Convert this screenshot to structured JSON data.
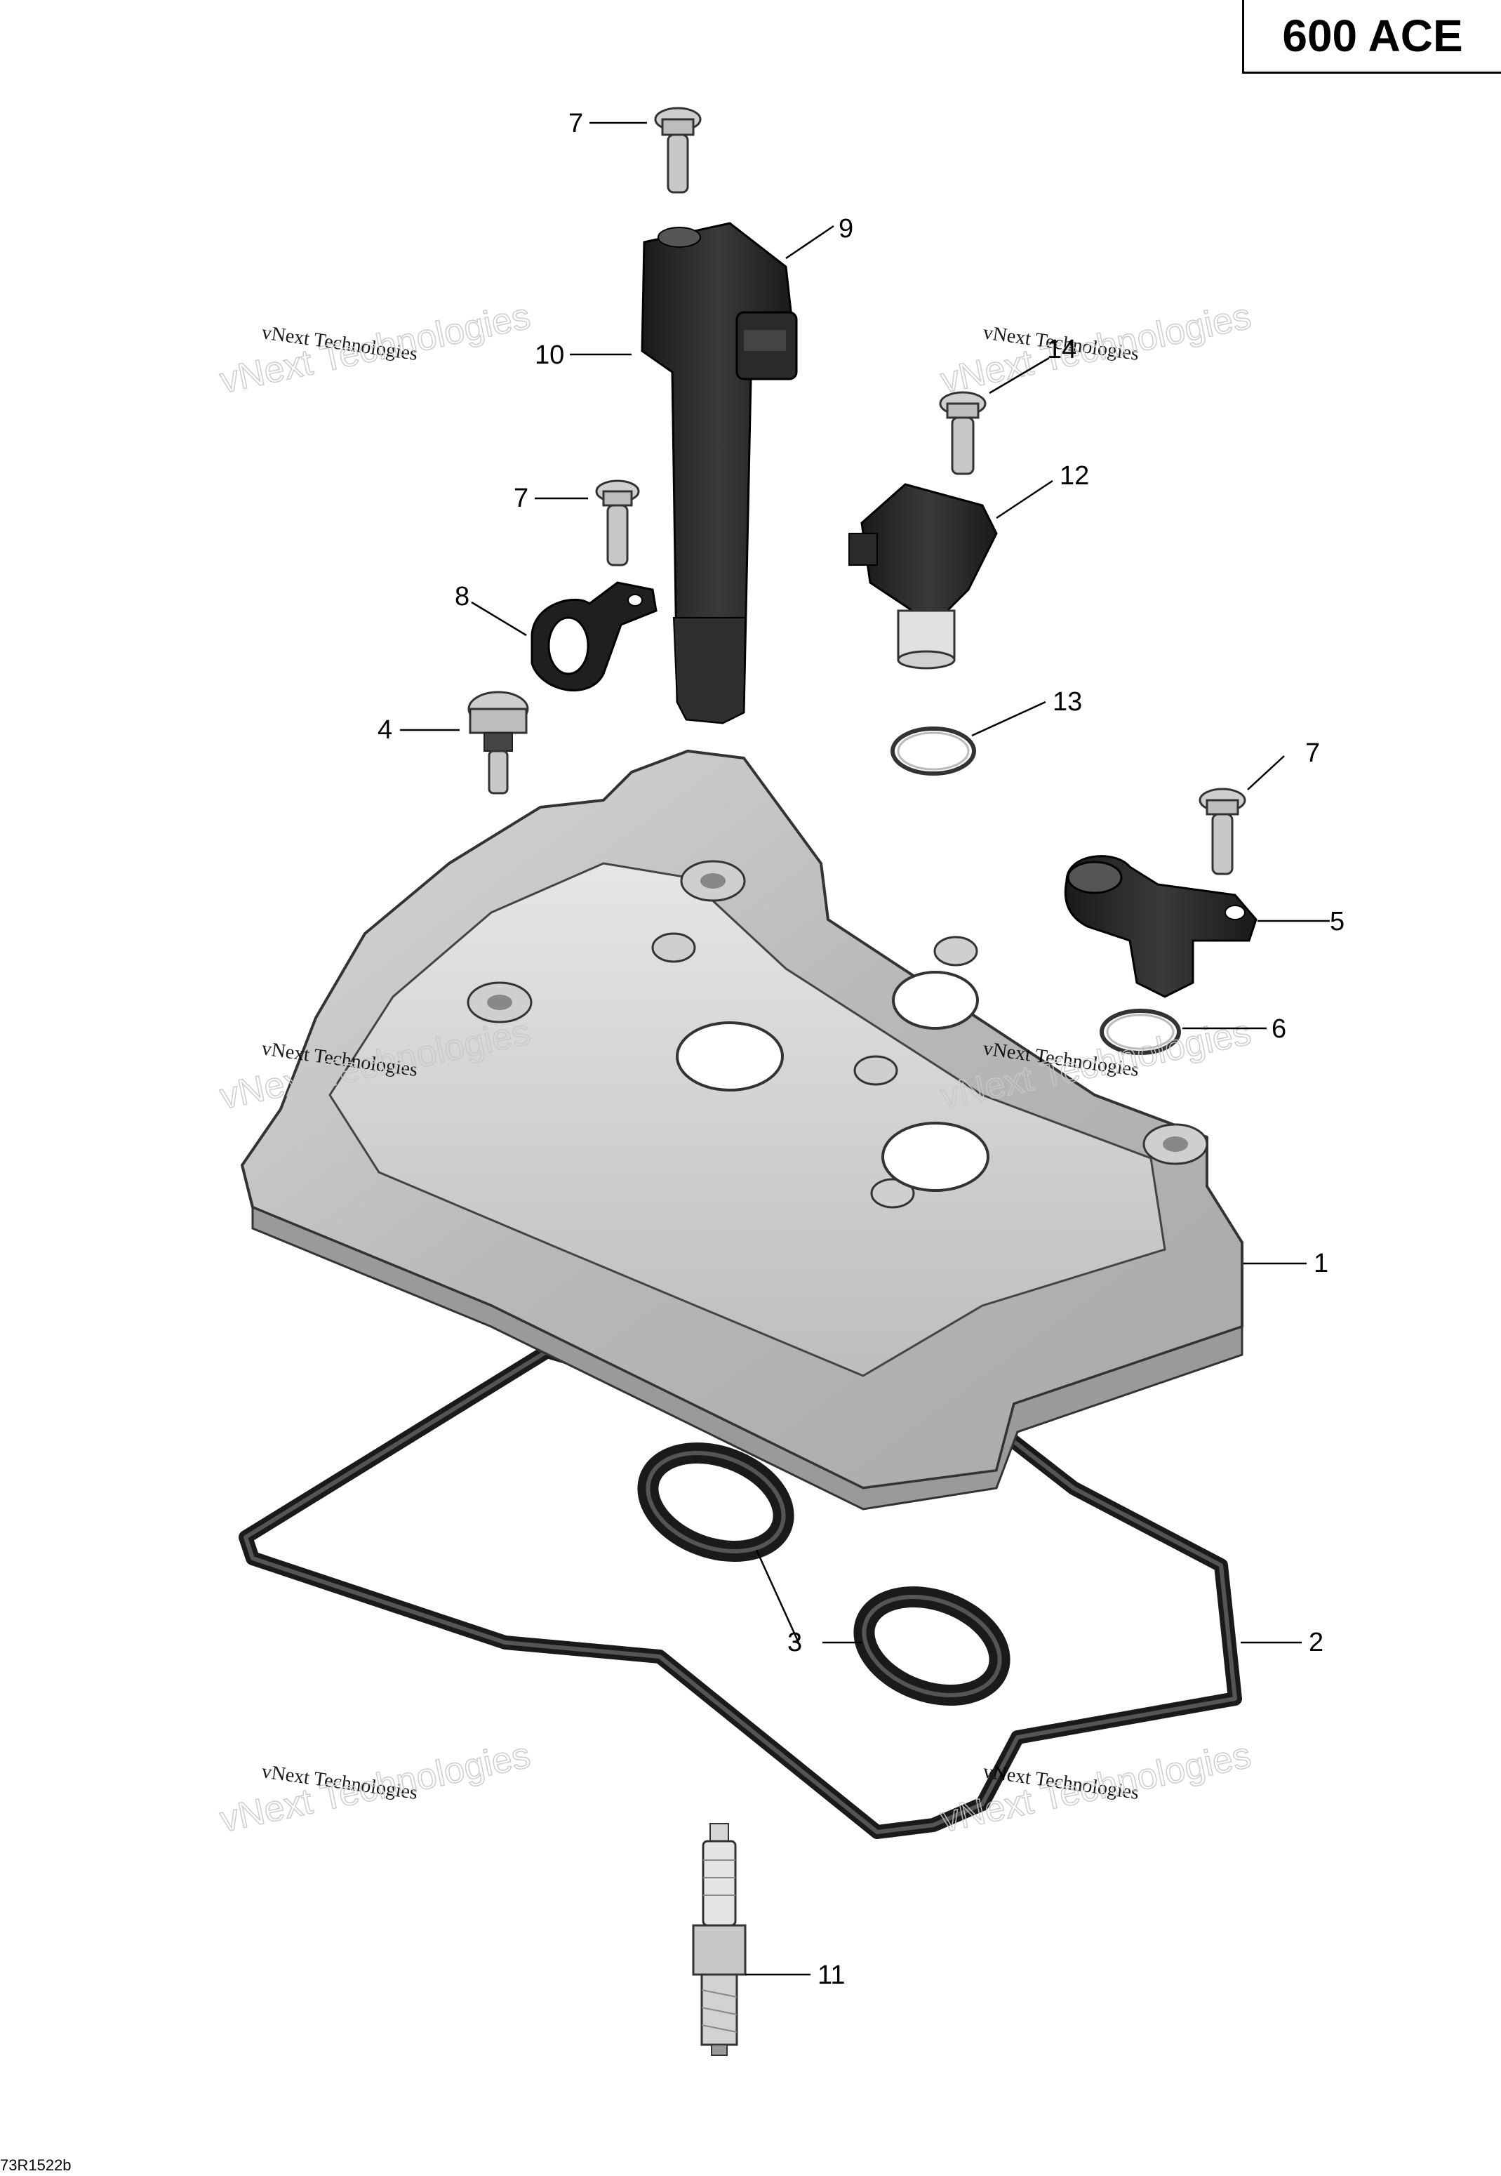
{
  "model": "600 ACE",
  "document_code": "73R1522b",
  "watermark": {
    "line1": "vNext Technologies",
    "line2": "vNext Technologies"
  },
  "callouts": {
    "c1": "1",
    "c2": "2",
    "c3": "3",
    "c4": "4",
    "c5": "5",
    "c6": "6",
    "c7a": "7",
    "c7b": "7",
    "c7c": "7",
    "c8": "8",
    "c9": "9",
    "c10": "10",
    "c11": "11",
    "c12": "12",
    "c13": "13",
    "c14": "14"
  }
}
